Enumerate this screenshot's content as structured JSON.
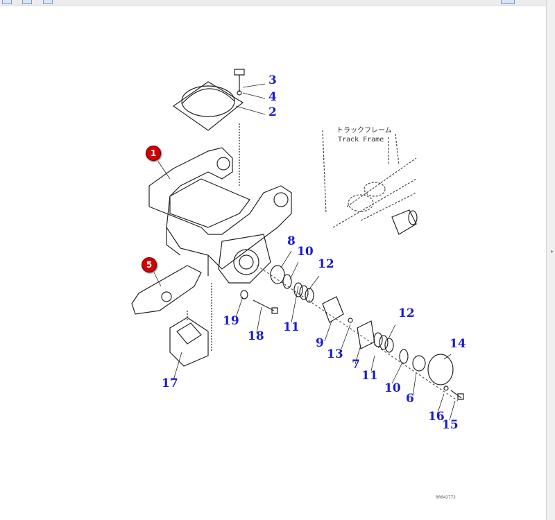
{
  "diagram": {
    "title_label_jp": "トラックフレーム",
    "title_label_en": "Track Frame",
    "drawing_code": "00042772",
    "markers": [
      "1",
      "5"
    ],
    "callouts": [
      "3",
      "4",
      "2",
      "8",
      "10",
      "12",
      "19",
      "18",
      "11",
      "9",
      "13",
      "7",
      "12",
      "11",
      "10",
      "6",
      "14",
      "16",
      "15",
      "17"
    ]
  }
}
